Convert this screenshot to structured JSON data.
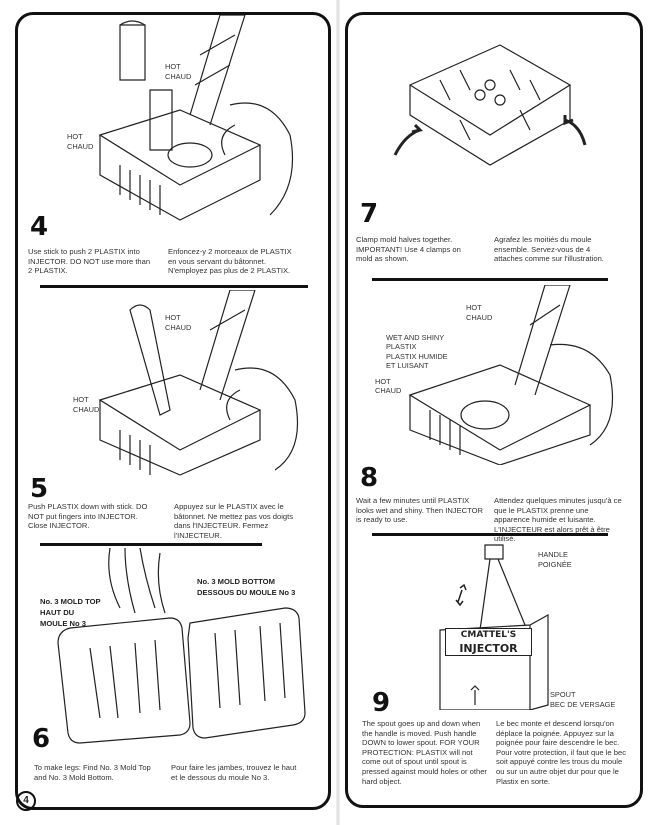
{
  "page_number": "4",
  "steps": {
    "s4": {
      "number": "4",
      "labels": [
        "HOT",
        "CHAUD",
        "HOT",
        "CHAUD"
      ],
      "en": "Use stick to push 2 PLASTIX into INJECTOR. DO NOT use more than 2 PLASTIX.",
      "fr": "Enfoncez-y 2 morceaux de PLASTIX en vous servant du bâtonnet. N'employez pas plus de 2 PLASTIX."
    },
    "s5": {
      "number": "5",
      "labels": [
        "HOT",
        "CHAUD",
        "HOT",
        "CHAUD"
      ],
      "en": "Push PLASTIX down with stick. DO NOT put fingers into INJECTOR. Close INJECTOR.",
      "fr": "Appuyez sur le PLASTIX avec le bâtonnet. Ne mettez pas vos doigts dans l'INJECTEUR. Fermez l'INJECTEUR."
    },
    "s6": {
      "number": "6",
      "top_label": [
        "No. 3 MOLD TOP",
        "HAUT DU",
        "MOULE No 3"
      ],
      "bottom_label": [
        "No. 3 MOLD BOTTOM",
        "DESSOUS DU MOULE No 3"
      ],
      "en": "To make legs: Find No. 3 Mold Top and No. 3 Mold Bottom.",
      "fr": "Pour faire les jambes, trouvez le haut et le dessous du moule No 3."
    },
    "s7": {
      "number": "7",
      "en": "Clamp mold halves together. IMPORTANT! Use 4 clamps on mold as shown.",
      "fr": "Agrafez les moitiés du moule ensemble. Servez-vous de 4 attaches comme sur l'illustration."
    },
    "s8": {
      "number": "8",
      "labels": [
        "HOT",
        "CHAUD",
        "WET AND SHINY",
        "PLASTIX",
        "PLASTIX HUMIDE",
        "ET LUISANT",
        "HOT",
        "CHAUD"
      ],
      "en": "Wait a few minutes until PLASTIX looks wet and shiny. Then INJECTOR is ready to use.",
      "fr": "Attendez quelques minutes jusqu'à ce que le PLASTIX prenne une apparence humide et luisante. L'INJECTEUR est alors prêt à être utilisé."
    },
    "s9": {
      "number": "9",
      "labels": [
        "HANDLE",
        "POIGNÉE",
        "SPOUT",
        "BEC DE VERSAGE"
      ],
      "product_text": [
        "CMATTEL'S",
        "INJECTOR"
      ],
      "en": "The spout goes up and down when the handle is moved. Push handle DOWN to lower spout. FOR YOUR PROTECTION: PLASTIX will not come out of spout until spout is pressed against mould holes or other hard object.",
      "fr": "Le bec monte et descend lorsqu'on déplace la poignée. Appuyez sur la poignée pour faire descendre le bec. Pour votre protection, il faut que le bec soit appuyé contre les trous du moule ou sur un autre objet dur pour que le Plastix en sorte."
    }
  }
}
